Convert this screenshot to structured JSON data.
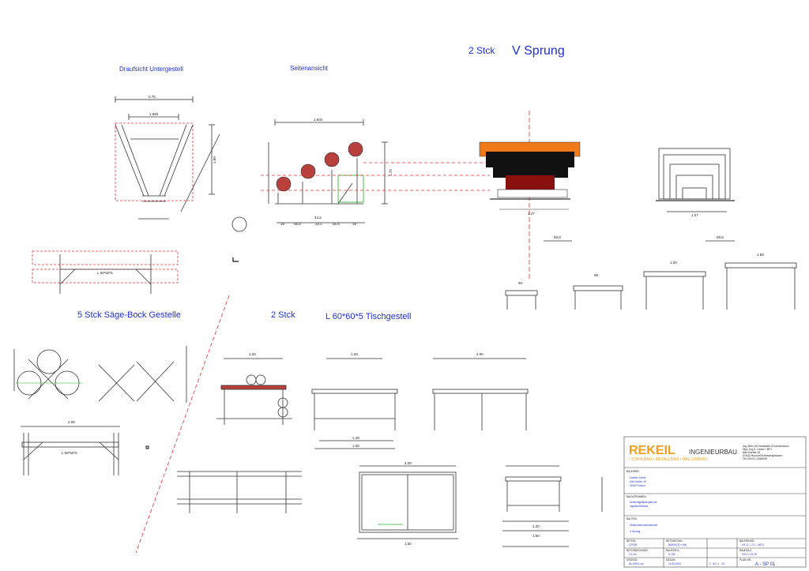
{
  "headings": {
    "v_sprung_count": "2 Stck",
    "v_sprung_title": "V Sprung",
    "draufsicht": "Draufsicht Untergestell",
    "seitenansicht": "Seitenansicht",
    "saege_bock": "5 Stck Säge-Bock Gestelle",
    "tisch_count": "2 Stck",
    "tisch_title": "L 60*60*5  Tischgestell"
  },
  "dims": {
    "d_1": "0.76",
    "d_2": "1.865",
    "d_3": "1.60",
    "d_4": "1.602",
    "d_5": "1.70",
    "d_6": "1.27",
    "d_7": "1.07",
    "d_8": "59.8",
    "d_9": "59.8",
    "d_10": "90",
    "d_11": "90",
    "d_12": "1.20",
    "d_13": "1.50",
    "d_14": "1.20",
    "d_15": "1.20",
    "d_16": "2.00",
    "d_17": "1.20",
    "d_18": "1.50",
    "d_19": "2.00",
    "d_20": "2.00",
    "d_21": "1.20",
    "d_22": "1.50",
    "d_23": "1.50",
    "d_24": "L 60*60*5",
    "d_25": "L 60*60*5",
    "d_26": "44.2",
    "d_27": "18",
    "d_28": "56.8",
    "d_29": "33.1",
    "d_30": "56.8",
    "d_31": "18"
  },
  "title_block": {
    "company": "REKEIL",
    "company_suffix": "INGENIEURBAU",
    "tagline": "• STAHLBAU • METALLBAU • HALLENBAU •",
    "address_lines": [
      "Ing.-Büro für Baustatik & Konstruktion",
      "Dipl.-Ing.K. Lieker / BF1",
      "Alte Dorfstr.43",
      "31632 Husum/Schessinghausen",
      "Tel.:05101-1456005"
    ],
    "bauherr_label": "BAUHERR:",
    "bauherr": [
      "Karsten Lieker",
      "Alte Dorfstr. 43",
      "31632 Husum"
    ],
    "bauvorhaben_label": "BAUVORHABEN:",
    "bauvorhaben": [
      "Vereinsfgelände/parcour",
      "Jagdhindernisse"
    ],
    "bauteil_label": "BAUTEIL:",
    "bauteil": [
      "Stahlunterkonstruktionen",
      "V-Sprung"
    ],
    "beton_label": "BETON:",
    "beton": "C20/25",
    "betonstahl_label": "BETONSTAHL:",
    "betonstahl": "B500A (S) + (M)",
    "baugrund_label": "BAUGRUND:",
    "baugrund": "KS 12 – 2.0 – MG II",
    "betondeckung_label": "BETONDECKUNG:",
    "betondeckung": "2.5 cm",
    "baustahl_label": "BAUSTAHL:",
    "baustahl": "S 235",
    "bauholz_label": "BAUHOLZ:",
    "bauholz": "KVH C 24 45",
    "groesse_label": "GRÖSSE:",
    "groesse": "84.1/59.4 cm",
    "datum_label": "DATUM:",
    "datum": "14.05.2023",
    "massstab": "1 : 50 / 1 : 20",
    "plan_label": "PLAN-NR.:",
    "plan_nr": "A - SP 01"
  },
  "colors": {
    "accent_blue": "#1e2fd8",
    "orange": "#f07a18",
    "dark_red": "#8a1010",
    "black": "#111111",
    "red_dashed": "#e03030",
    "logo_orange": "#f0a020"
  }
}
